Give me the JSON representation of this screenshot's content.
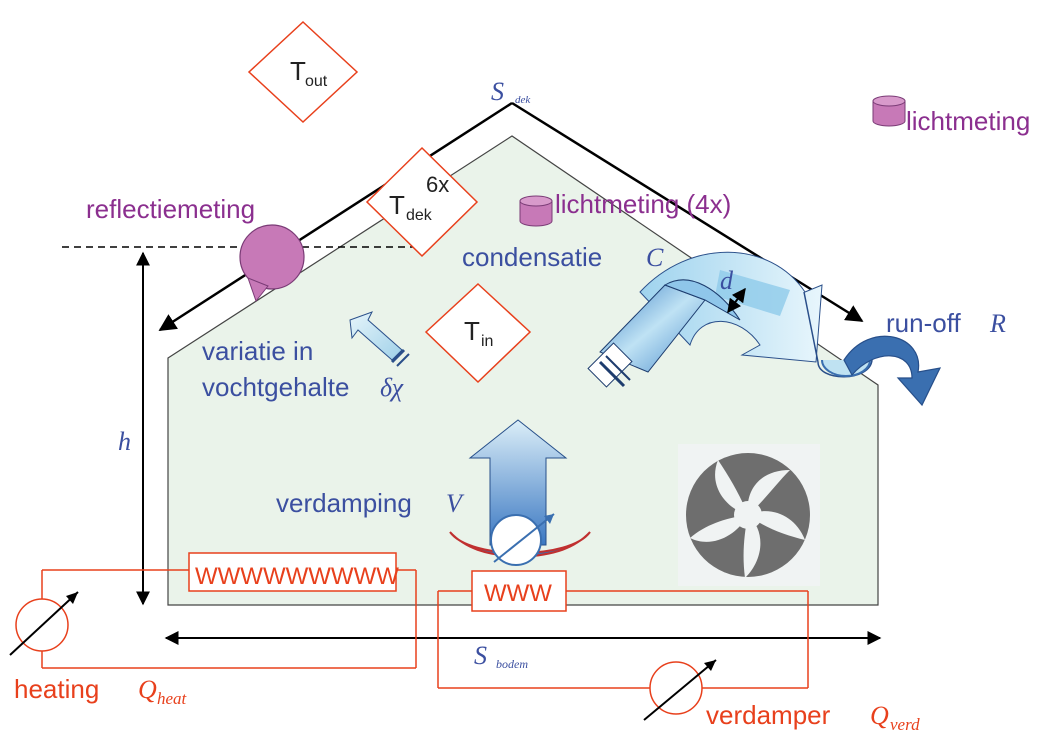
{
  "colors": {
    "red": "#e8401c",
    "blue": "#3b4fa0",
    "purple": "#8b2f8f",
    "greenhouse_fill": "#eaf3ea",
    "arrow_blue": "#3a6fb0",
    "light_blue": "#bfe2f2",
    "pink": "#c779b7"
  },
  "labels": {
    "t_out_main": "T",
    "t_out_sub": "out",
    "t_dek_main": "T",
    "t_dek_sub": "dek",
    "t_dek_count": "6x",
    "t_in_main": "T",
    "t_in_sub": "in",
    "s_dek_main": "S",
    "s_dek_sub": "dek",
    "s_bodem_main": "S",
    "s_bodem_sub": "bodem",
    "h": "h",
    "d": "d",
    "lichtmeting_outside": "lichtmeting",
    "lichtmeting_inside": "lichtmeting (4x)",
    "reflectiemeting": "reflectiemeting",
    "condensatie": "condensatie",
    "condensatie_sym": "C",
    "variatie_line1": "variatie in",
    "variatie_line2": "vochtgehalte",
    "variatie_sym": "δχ",
    "verdamping": "verdamping",
    "verdamping_sym": "V",
    "runoff": "run-off",
    "runoff_sym": "R",
    "heating": "heating",
    "heating_sym": "Q",
    "heating_sub": "heat",
    "verdamper": "verdamper",
    "verdamper_sym": "Q",
    "verdamper_sub": "verd",
    "heater_coil": "WWWWWWWWW",
    "evap_coil": "WWW"
  }
}
